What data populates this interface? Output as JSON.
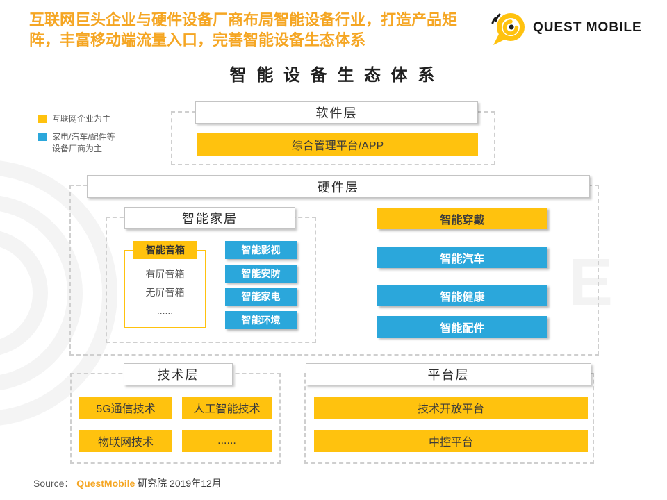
{
  "header": {
    "title_line1": "互联网巨头企业与硬件设备厂商布局智能设备行业，打造产品矩",
    "title_line2": "阵，丰富移动端流量入口，完善智能设备生态体系",
    "logo_text": "QUEST MOBILE"
  },
  "diagram_title": "智 能 设 备 生 态 体 系",
  "legend": {
    "items": [
      {
        "color": "#FFC20E",
        "line1": "互联网企业为主",
        "line2": ""
      },
      {
        "color": "#2BA7DB",
        "line1": "家电/汽车/配件等",
        "line2": "设备厂商为主"
      }
    ]
  },
  "software_layer": {
    "title": "软件层",
    "item": "综合管理平台/APP"
  },
  "hardware_layer": {
    "title": "硬件层",
    "smart_home": {
      "title": "智能家居",
      "speaker_group": {
        "title": "智能音箱",
        "items": [
          "有屏音箱",
          "无屏音箱",
          "......"
        ]
      },
      "blue_items": [
        "智能影视",
        "智能安防",
        "智能家电",
        "智能环境"
      ]
    },
    "right_items": [
      {
        "label": "智能穿戴",
        "type": "yellow"
      },
      {
        "label": "智能汽车",
        "type": "blue"
      },
      {
        "label": "智能健康",
        "type": "blue"
      },
      {
        "label": "智能配件",
        "type": "blue"
      }
    ]
  },
  "technology_layer": {
    "title": "技术层",
    "items": [
      "5G通信技术",
      "人工智能技术",
      "物联网技术",
      "......"
    ]
  },
  "platform_layer": {
    "title": "平台层",
    "items": [
      "技术开放平台",
      "中控平台"
    ]
  },
  "source": {
    "prefix": "Source：",
    "brand": "QuestMobile",
    "suffix": "研究院 2019年12月"
  },
  "watermark": {
    "letter": "E"
  },
  "colors": {
    "yellow": "#FFC20E",
    "blue": "#2BA7DB",
    "orange": "#F5A623"
  }
}
